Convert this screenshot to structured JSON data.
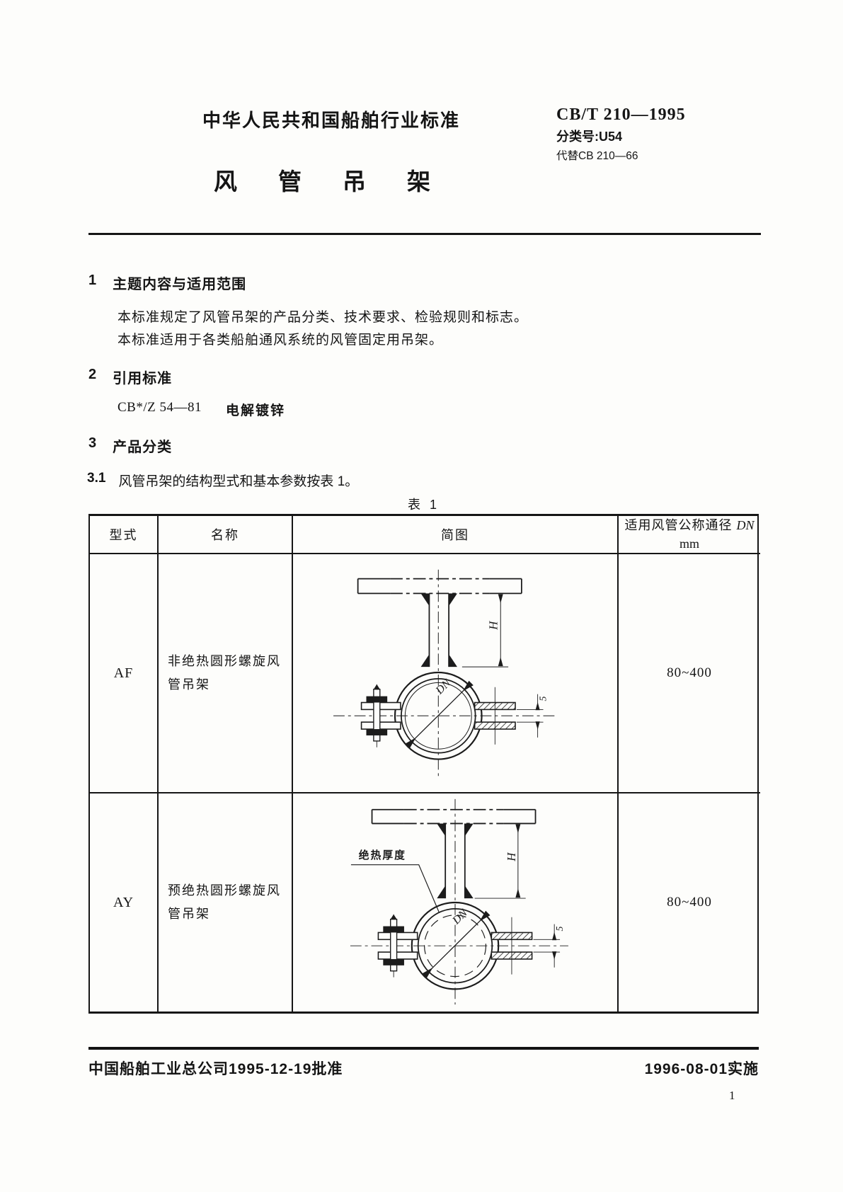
{
  "header": {
    "org_line": "中华人民共和国船舶行业标准",
    "title": "风管吊架",
    "standard_code": "CB/T 210—1995",
    "classification": "分类号:U54",
    "replaces": "代替CB 210—66"
  },
  "sections": {
    "s1": {
      "number": "1",
      "title": "主题内容与适用范围",
      "para1": "本标准规定了风管吊架的产品分类、技术要求、检验规则和标志。",
      "para2": "本标准适用于各类船舶通风系统的风管固定用吊架。"
    },
    "s2": {
      "number": "2",
      "title": "引用标准",
      "reference_code": "CB*/Z 54—81",
      "reference_name": "电解镀锌"
    },
    "s3": {
      "number": "3",
      "title": "产品分类",
      "s31_number": "3.1",
      "s31_text": "风管吊架的结构型式和基本参数按表 1。"
    }
  },
  "table": {
    "caption": "表 1",
    "headers": {
      "col1": "型式",
      "col2": "名称",
      "col3": "简图",
      "col4_prefix": "适用风管公称通径",
      "col4_symbol": "DN",
      "col4_unit": "mm"
    },
    "rows": [
      {
        "type": "AF",
        "name": "非绝热圆形螺旋风管吊架",
        "dn": "80~400",
        "diagram_labels": {
          "h": "H",
          "dn": "DN",
          "gap": "5"
        }
      },
      {
        "type": "AY",
        "name": "预绝热圆形螺旋风管吊架",
        "dn": "80~400",
        "diagram_labels": {
          "h": "H",
          "dn": "DN",
          "gap": "5",
          "insulation": "绝热厚度"
        }
      }
    ]
  },
  "footer": {
    "approval": "中国船舶工业总公司1995-12-19批准",
    "implementation": "1996-08-01实施",
    "page_number": "1"
  }
}
